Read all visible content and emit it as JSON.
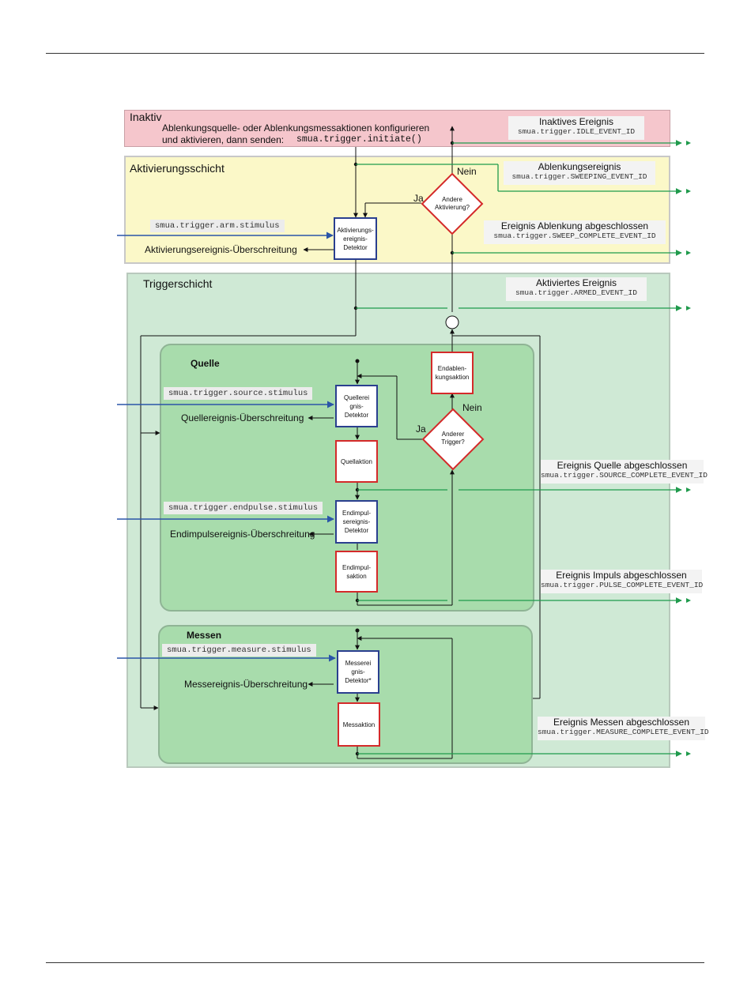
{
  "layers": {
    "idle": {
      "title": "Inaktiv",
      "description": "Ablenkungsquelle- oder Ablenkungsmessaktionen konfigurieren",
      "description2": "und aktivieren, dann senden:",
      "command": "smua.trigger.initiate()"
    },
    "arm": {
      "title": "Aktivierungsschicht"
    },
    "trigger": {
      "title": "Triggerschicht"
    },
    "source": {
      "title": "Quelle"
    },
    "measure": {
      "title": "Messen"
    }
  },
  "events": {
    "idle": {
      "name": "Inaktives Ereignis",
      "id": "smua.trigger.IDLE_EVENT_ID"
    },
    "sweeping": {
      "name": "Ablenkungsereignis",
      "id": "smua.trigger.SWEEPING_EVENT_ID"
    },
    "sweep_complete": {
      "name": "Ereignis Ablenkung abgeschlossen",
      "id": "smua.trigger.SWEEP_COMPLETE_EVENT_ID"
    },
    "armed": {
      "name": "Aktiviertes Ereignis",
      "id": "smua.trigger.ARMED_EVENT_ID"
    },
    "source_complete": {
      "name": "Ereignis Quelle abgeschlossen",
      "id": "smua.trigger.SOURCE_COMPLETE_EVENT_ID"
    },
    "pulse_complete": {
      "name": "Ereignis Impuls abgeschlossen",
      "id": "smua.trigger.PULSE_COMPLETE_EVENT_ID"
    },
    "measure_complete": {
      "name": "Ereignis Messen abgeschlossen",
      "id": "smua.trigger.MEASURE_COMPLETE_EVENT_ID"
    }
  },
  "stimuli": {
    "arm": "smua.trigger.arm.stimulus",
    "source": "smua.trigger.source.stimulus",
    "endpulse": "smua.trigger.endpulse.stimulus",
    "measure": "smua.trigger.measure.stimulus"
  },
  "boxes": {
    "arm_detector": "Aktivierungs-\nereignis-\nDetektor",
    "source_detector": "Quellerei\ngnis-\nDetektor",
    "source_action": "Quellaktion",
    "endpulse_detector": "Endimpul-\nsereignis-\nDetektor",
    "endpulse_action": "Endimpul-\nsaktion",
    "end_sweep_action": "Endablen-\nkungsaktion",
    "measure_detector": "Messerei\ngnis-\nDetektor*",
    "measure_action": "Messaktion"
  },
  "overruns": {
    "arm": "Aktivierungsereignis-Überschreitung",
    "source": "Quellereignis-Überschreitung",
    "endpulse": "Endimpulsereignis-Überschreitung",
    "measure": "Messereignis-Überschreitung"
  },
  "decisions": {
    "other_arm": {
      "text": "Andere\nAktivierung?",
      "yes": "Ja",
      "no": "Nein"
    },
    "other_trigger": {
      "text": "Anderer\nTrigger?",
      "yes": "Ja",
      "no": "Nein"
    }
  },
  "colors": {
    "idle_bg": "#f5c6cc",
    "arm_bg": "#fbf8c8",
    "trigger_bg": "#cfe9d5",
    "inner_bg": "#a8dcac",
    "event_line": "#1f9a4c",
    "stimulus_line": "#2a55a8",
    "detector_border": "#2a3f8f",
    "action_border": "#d42a2a"
  }
}
